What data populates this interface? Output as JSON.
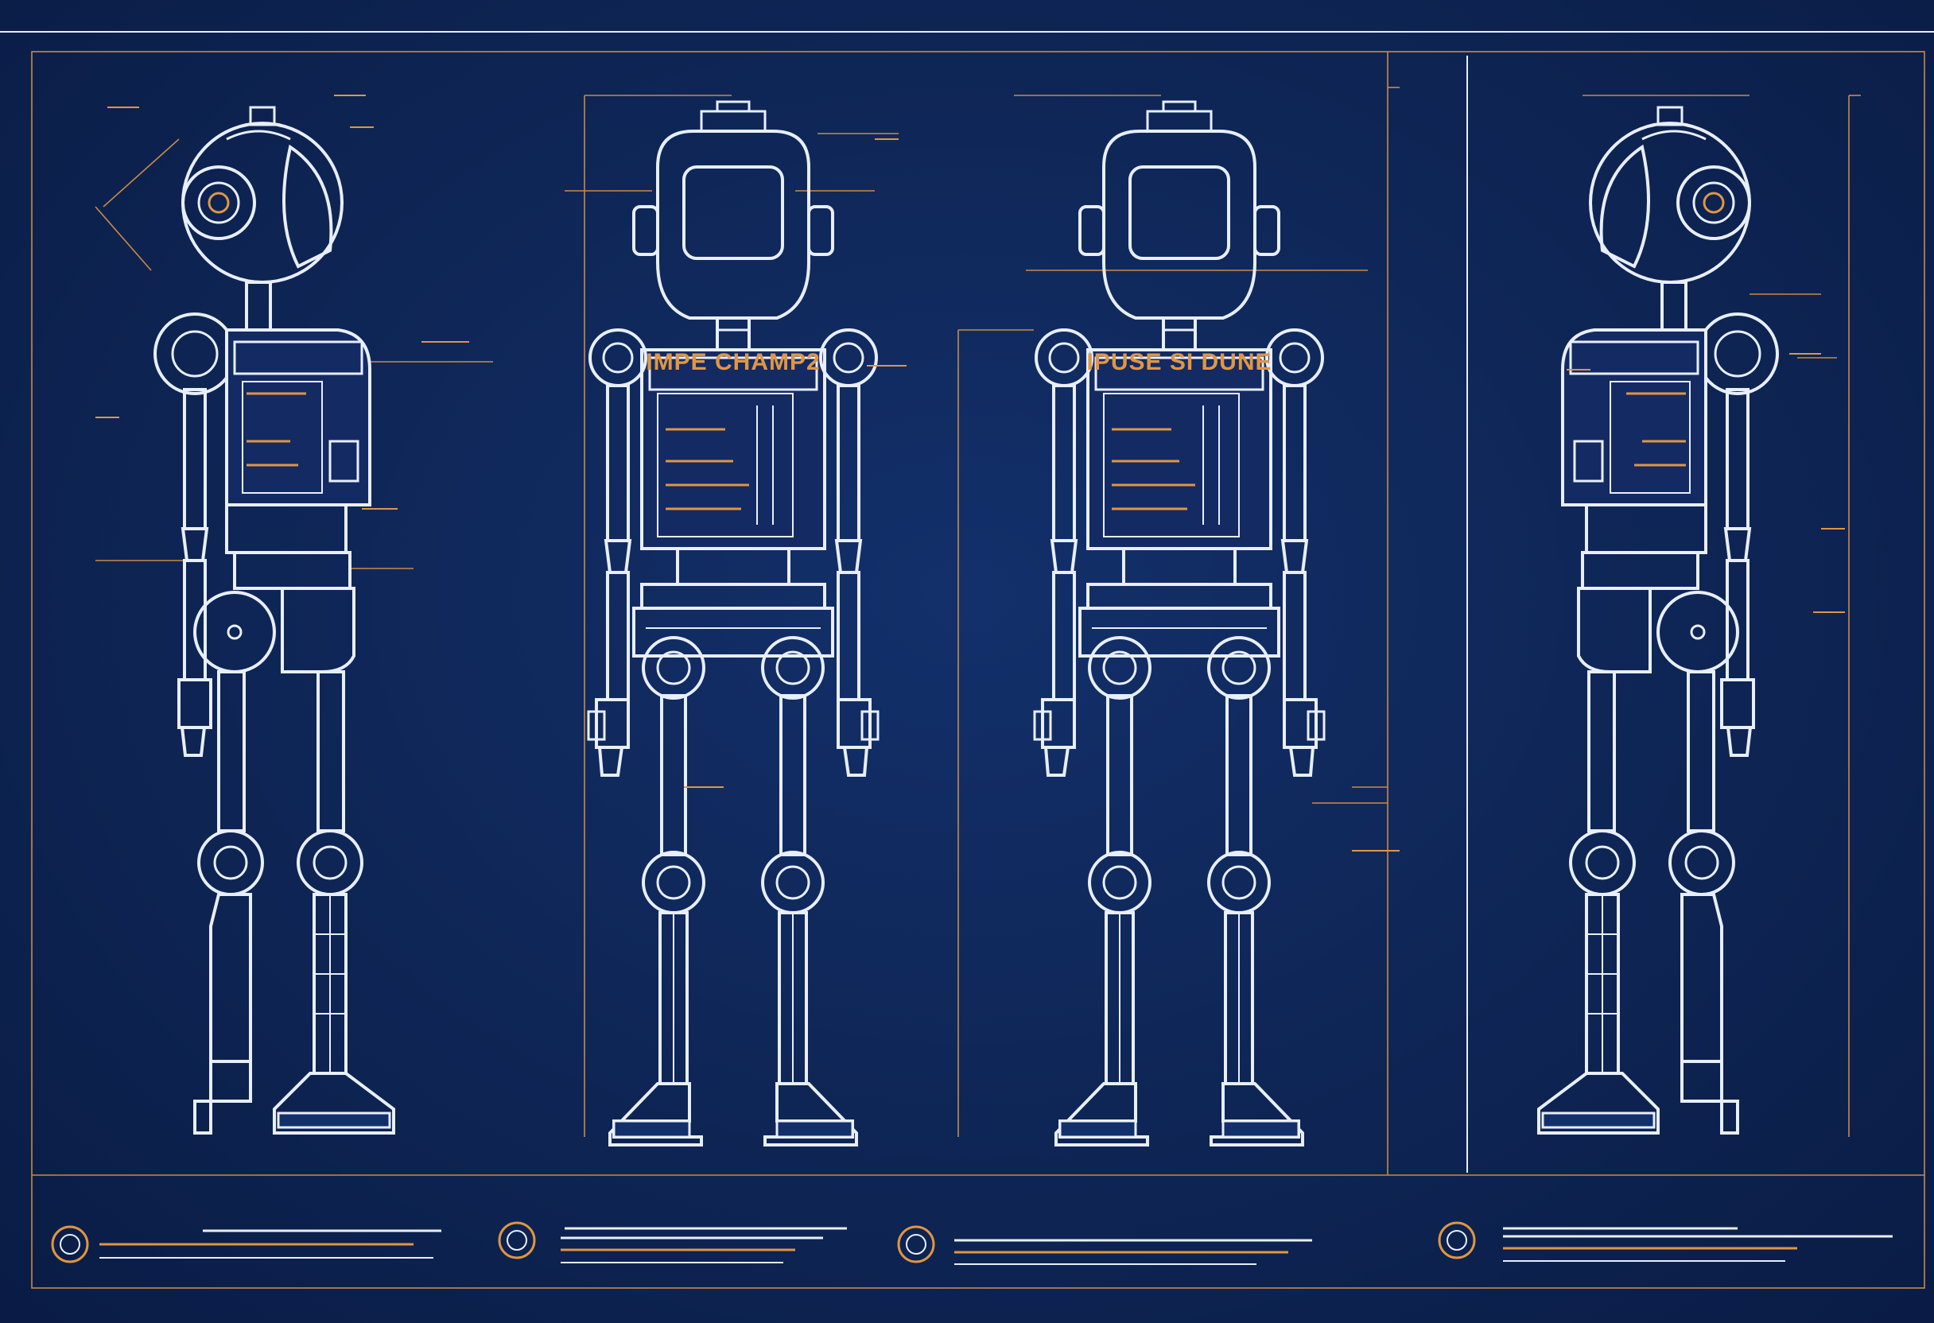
{
  "sheet": {
    "colors": {
      "background": "#0f2758",
      "linework": "#e8eefb",
      "annotation": "#e09642"
    },
    "views": [
      {
        "id": "side-left",
        "chest_label": ""
      },
      {
        "id": "front",
        "chest_label": "IMPE CHAMP2"
      },
      {
        "id": "back",
        "chest_label": "IPUSE SI DUNE"
      },
      {
        "id": "side-right",
        "chest_label": ""
      }
    ],
    "legend": [
      {
        "icon": "circle-emblem-icon"
      },
      {
        "icon": "circle-emblem-icon"
      },
      {
        "icon": "circle-emblem-icon"
      },
      {
        "icon": "circle-emblem-icon"
      }
    ]
  }
}
